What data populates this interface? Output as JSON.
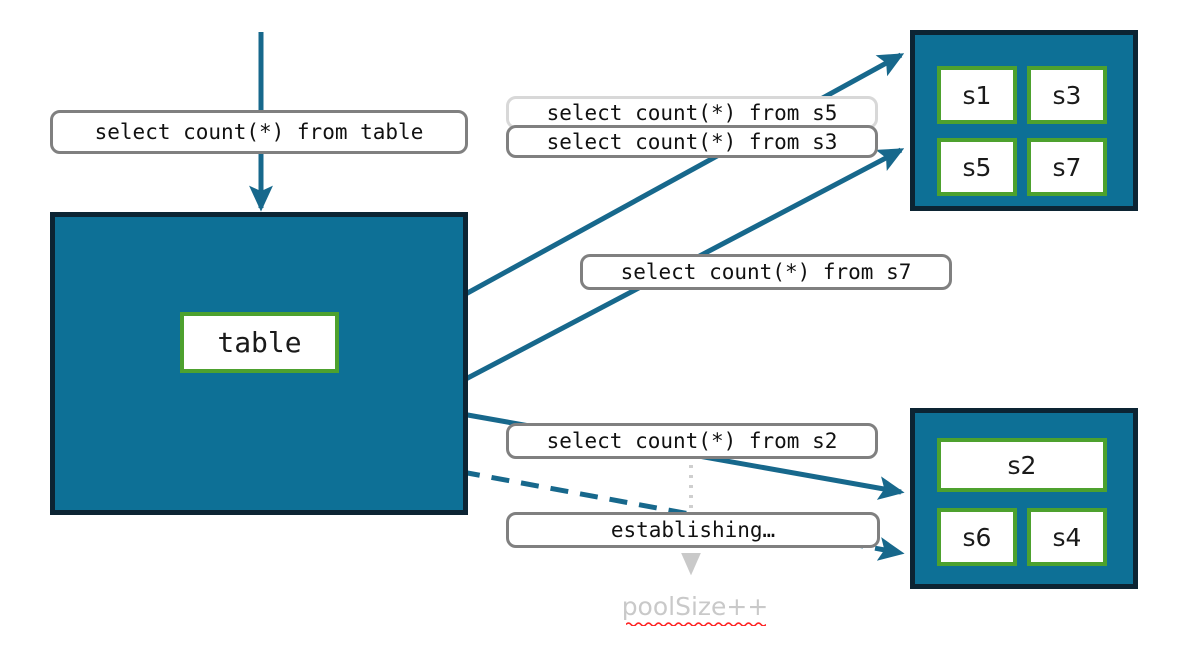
{
  "diagram": {
    "title": "sharded table query fan-out",
    "colors": {
      "box_fill": "#0d7096",
      "box_border": "#0c2433",
      "shard_border": "#4da12e",
      "arrow": "#17688c",
      "label_border": "#808080",
      "label_border_muted": "#d8d8d8",
      "annotation_text": "#c9c9c9",
      "spellcheck_underline": "#ff2222",
      "dotted_guide": "#cccccc"
    }
  },
  "table_box": {
    "name": "table-container",
    "shard_label": "table"
  },
  "shard_box_top": {
    "name": "shard-group-top",
    "shards": [
      {
        "label": "s1"
      },
      {
        "label": "s3"
      },
      {
        "label": "s5"
      },
      {
        "label": "s7"
      }
    ]
  },
  "shard_box_bottom": {
    "name": "shard-group-bottom",
    "shards": [
      {
        "label": "s2"
      },
      {
        "label": "s6"
      },
      {
        "label": "s4"
      }
    ]
  },
  "labels": {
    "root_query": "select count(*) from table",
    "query_s5": "select count(*) from s5",
    "query_s3": "select count(*) from s3",
    "query_s7": "select count(*) from s7",
    "query_s2": "select count(*) from s2",
    "establishing": "establishing…"
  },
  "annotation": {
    "pool_size": "poolSize++"
  }
}
